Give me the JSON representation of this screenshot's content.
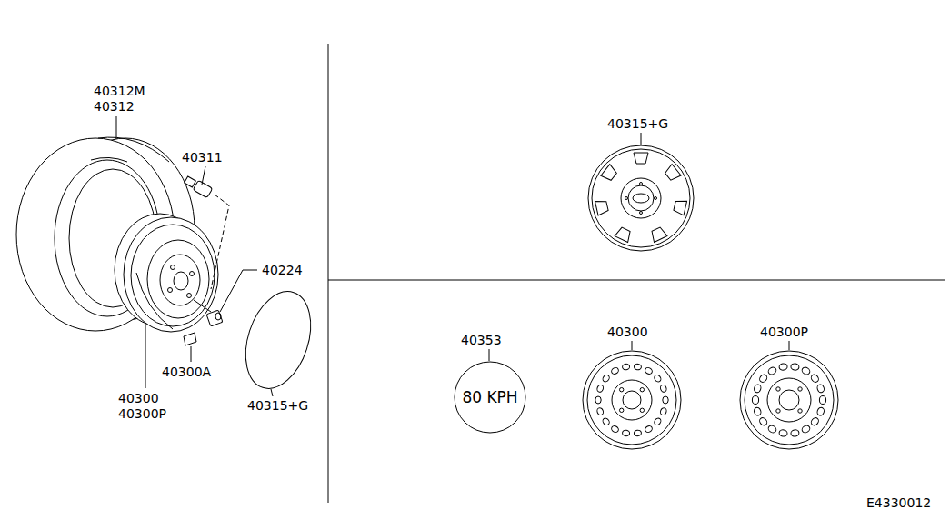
{
  "diagram": {
    "nodes": [
      {
        "text": [
          "80 KPH"
        ]
      }
    ],
    "labels": [
      "40312M",
      "40312",
      "40311",
      "40224",
      "40300A",
      "40300",
      "40300P",
      "40315+G",
      "40315+G",
      "40353",
      "40300",
      "40300P",
      "E4330012"
    ]
  }
}
